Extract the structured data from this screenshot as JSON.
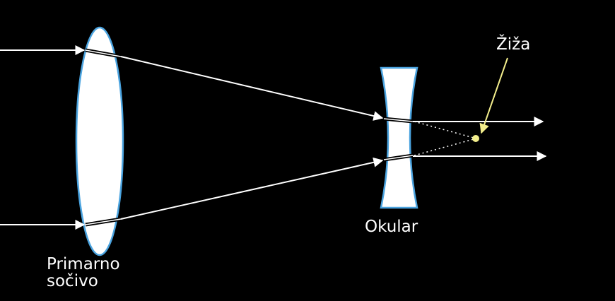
{
  "labels": {
    "primary_lens_line1": "Primarno",
    "primary_lens_line2": "sočivo",
    "eyepiece": "Okular",
    "focus": "Žiža"
  },
  "colors": {
    "background": "#000000",
    "ray": "#ffffff",
    "lens_fill": "#ffffff",
    "lens_outline": "#4aa3df",
    "focus": "#f3ee8c"
  }
}
